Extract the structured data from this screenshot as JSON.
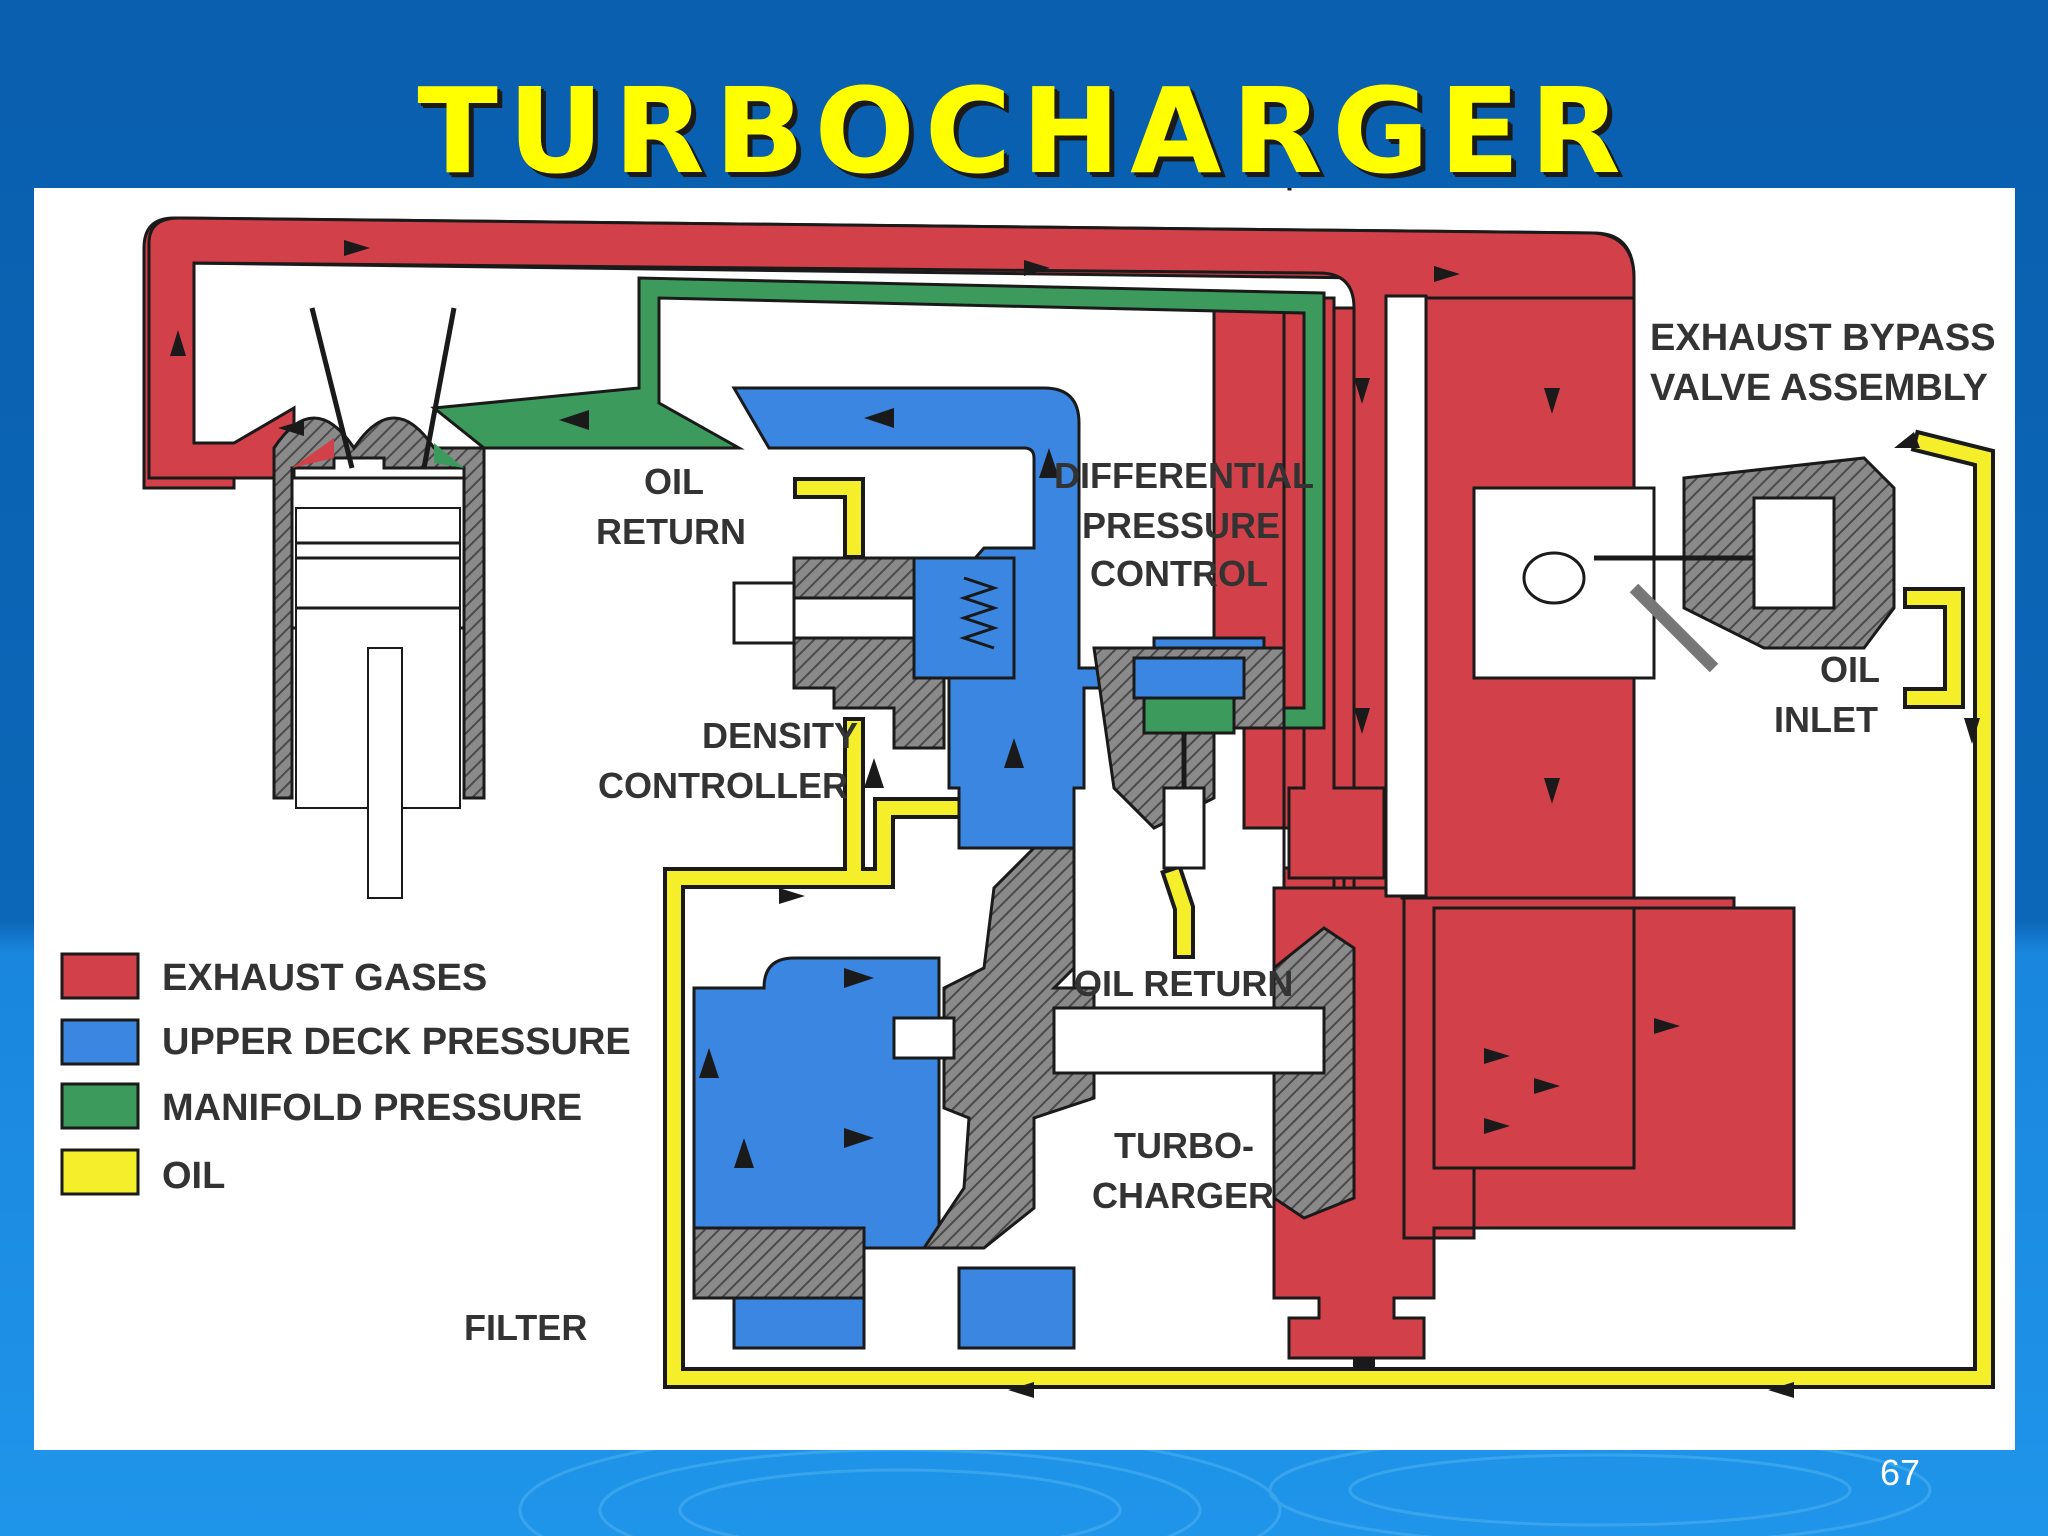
{
  "slide": {
    "title": "TURBOCHARGER",
    "page_number": "67"
  },
  "labels": {
    "exhaust_bypass_line1": "EXHAUST BYPASS",
    "exhaust_bypass_line2": "VALVE ASSEMBLY",
    "oil_return_top_line1": "OIL",
    "oil_return_top_line2": "RETURN",
    "diff_line1": "DIFFERENTIAL",
    "diff_line2": "PRESSURE",
    "diff_line3": "CONTROL",
    "oil_inlet_line1": "OIL",
    "oil_inlet_line2": "INLET",
    "density_line1": "DENSITY",
    "density_line2": "CONTROLLER",
    "oil_return_lower": "OIL RETURN",
    "turbo_line1": "TURBO-",
    "turbo_line2": "CHARGER",
    "filter": "FILTER"
  },
  "legend": [
    {
      "label": "EXHAUST GASES",
      "color": "#d2404a"
    },
    {
      "label": "UPPER DECK PRESSURE",
      "color": "#3a86e0"
    },
    {
      "label": "MANIFOLD PRESSURE",
      "color": "#3c9a5c"
    },
    {
      "label": "OIL",
      "color": "#f4ef2a"
    }
  ],
  "colors": {
    "exhaust": "#d2404a",
    "upper_deck": "#3a86e0",
    "manifold": "#3c9a5c",
    "oil": "#f4ef2a",
    "housing": "#777777",
    "title": "#ffff00"
  }
}
